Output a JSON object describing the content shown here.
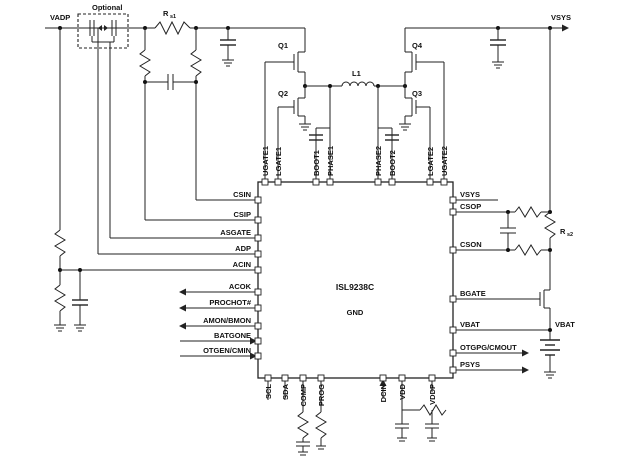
{
  "chip": {
    "name": "ISL9238C",
    "ground": "GND"
  },
  "top_labels": {
    "vadp": "VADP",
    "optional": "Optional",
    "rs1": "R",
    "rs1_sub": "s1",
    "vsys": "VSYS",
    "l1": "L1",
    "q1": "Q1",
    "q2": "Q2",
    "q3": "Q3",
    "q4": "Q4",
    "rs2": "R",
    "rs2_sub": "s2",
    "vbat": "VBAT"
  },
  "top_pins": [
    "UGATE1",
    "LGATE1",
    "BOOT1",
    "PHASE1",
    "PHASE2",
    "BOOT2",
    "LGATE2",
    "UGATE2"
  ],
  "left_pins": [
    "CSIN",
    "CSIP",
    "ASGATE",
    "ADP",
    "ACIN",
    "ACOK",
    "PROCHOT#",
    "AMON/BMON",
    "BATGONE",
    "OTGEN/CMIN"
  ],
  "right_pins": [
    "VSYS",
    "CSOP",
    "CSON",
    "BGATE",
    "VBAT",
    "OTGPG/CMOUT",
    "PSYS"
  ],
  "bottom_pins": [
    "SCL",
    "SDA",
    "COMP",
    "PROG",
    "DCIN",
    "VDD",
    "VDDP"
  ]
}
